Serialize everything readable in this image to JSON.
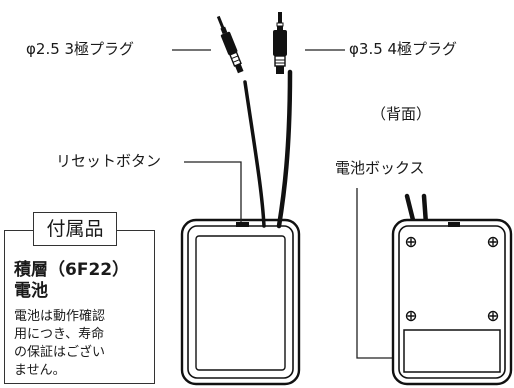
{
  "labels": {
    "plug_small": "φ2.5  3極プラグ",
    "plug_large": "φ3.5  4極プラグ",
    "back_view": "（背面）",
    "reset_button": "リセットボタン",
    "battery_box": "電池ボックス"
  },
  "accessories": {
    "title": "付属品",
    "item_line1": "積層（6F22）",
    "item_line2": "電池",
    "note_lines": [
      "電池は動作確認",
      "用につき、寿命",
      "の保証はござい",
      "ません。"
    ]
  }
}
